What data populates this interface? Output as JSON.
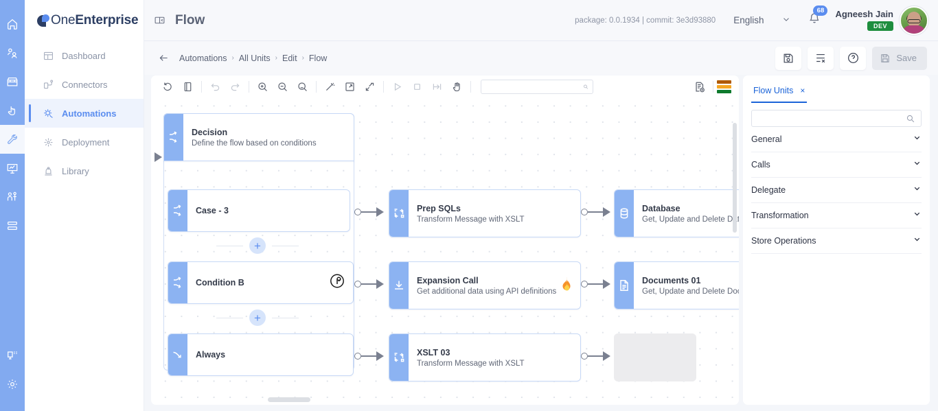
{
  "rail": {
    "items": [
      {
        "name": "home-icon"
      },
      {
        "name": "users-icon"
      },
      {
        "name": "store-icon"
      },
      {
        "name": "click-icon"
      },
      {
        "name": "wrench-icon",
        "active": true
      },
      {
        "name": "monitor-chart-icon"
      },
      {
        "name": "people-icon"
      },
      {
        "name": "server-icon"
      }
    ],
    "bottom_items": [
      {
        "name": "desktop-icon"
      },
      {
        "name": "gear-icon"
      }
    ]
  },
  "brand": {
    "prefix": "One",
    "suffix": "Enterprise"
  },
  "sidebar": {
    "items": [
      {
        "label": "Dashboard",
        "icon": "dashboard-icon",
        "active": false
      },
      {
        "label": "Connectors",
        "icon": "connectors-icon",
        "active": false
      },
      {
        "label": "Automations",
        "icon": "automations-icon",
        "active": true
      },
      {
        "label": "Deployment",
        "icon": "deployment-icon",
        "active": false
      },
      {
        "label": "Library",
        "icon": "library-icon",
        "active": false
      }
    ]
  },
  "header": {
    "title": "Flow",
    "build_info": "package: 0.0.1934 | commit: 3e3d93880",
    "language": "English",
    "notification_count": "68",
    "user_name": "Agneesh Jain",
    "user_role": "DEV"
  },
  "breadcrumb": {
    "items": [
      "Automations",
      "All Units",
      "Edit",
      "Flow"
    ],
    "separator": "›"
  },
  "actions": {
    "save_as_label": "save-as-icon",
    "delete_label": "remove-icon",
    "help_label": "?",
    "save_label": "Save"
  },
  "toolbar": {
    "search_placeholder": "",
    "search_value": "",
    "icons": [
      "reset-icon",
      "document-icon",
      "undo-icon",
      "redo-icon",
      "zoom-in-icon",
      "zoom-out-icon",
      "zoom-fit-icon",
      "magic-wand-icon",
      "expand-icon",
      "collapse-icon",
      "play-icon",
      "stop-icon",
      "step-icon",
      "pan-icon"
    ],
    "legend_colors": [
      "#b05a00",
      "#f5a623",
      "#0e7a2d"
    ]
  },
  "flow": {
    "decision": {
      "title": "Decision",
      "subtitle": "Define the flow based on conditions",
      "icon": "branch-icon"
    },
    "branches": [
      {
        "title": "Case - 3",
        "icon": "branch-icon",
        "badge": null
      },
      {
        "title": "Condition B",
        "icon": "branch-icon",
        "badge": "loop-icon"
      },
      {
        "title": "Always",
        "icon": "arrow-down-right-icon",
        "badge": null
      }
    ],
    "add_button_label": "+",
    "middle_nodes": [
      {
        "title": "Prep SQLs",
        "subtitle": "Transform Message with XSLT",
        "icon": "transform-icon",
        "badge": null
      },
      {
        "title": "Expansion Call",
        "subtitle": "Get additional data using API definitions",
        "icon": "download-icon",
        "badge": "flame-icon"
      },
      {
        "title": "XSLT 03",
        "subtitle": "Transform Message with XSLT",
        "icon": "transform-icon",
        "badge": null
      }
    ],
    "right_nodes": [
      {
        "title": "Database",
        "subtitle": "Get, Update and Delete Databa",
        "icon": "database-icon"
      },
      {
        "title": "Documents 01",
        "subtitle": "Get, Update and Delete Docum",
        "icon": "document-page-icon"
      }
    ]
  },
  "panel": {
    "tab_label": "Flow Units",
    "tab_close": "×",
    "search_placeholder": "",
    "search_value": "",
    "sections": [
      {
        "label": "General"
      },
      {
        "label": "Calls"
      },
      {
        "label": "Delegate"
      },
      {
        "label": "Transformation"
      },
      {
        "label": "Store Operations"
      }
    ]
  },
  "colors": {
    "accent": "#5b8def",
    "rail": "#82aaf0",
    "node_icon": "#8cb3f2",
    "tab_active": "#1a63d8",
    "badge_green": "#1e8e3e"
  }
}
